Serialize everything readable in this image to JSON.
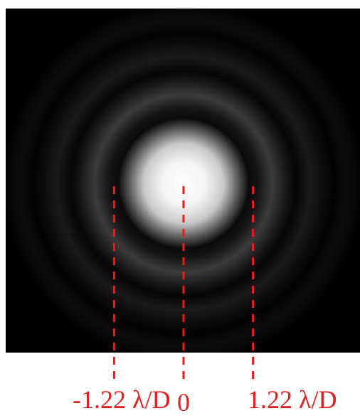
{
  "figure": {
    "colors": {
      "background": "#000000",
      "marker": "#e01f1f",
      "page": "#ffffff"
    },
    "markers": [
      {
        "name": "minus",
        "value": -1.22
      },
      {
        "name": "zero",
        "value": 0
      },
      {
        "name": "plus",
        "value": 1.22
      }
    ],
    "labels": {
      "left": "-1.22 λ/D",
      "center": "0",
      "right": "1.22 λ/D"
    }
  }
}
